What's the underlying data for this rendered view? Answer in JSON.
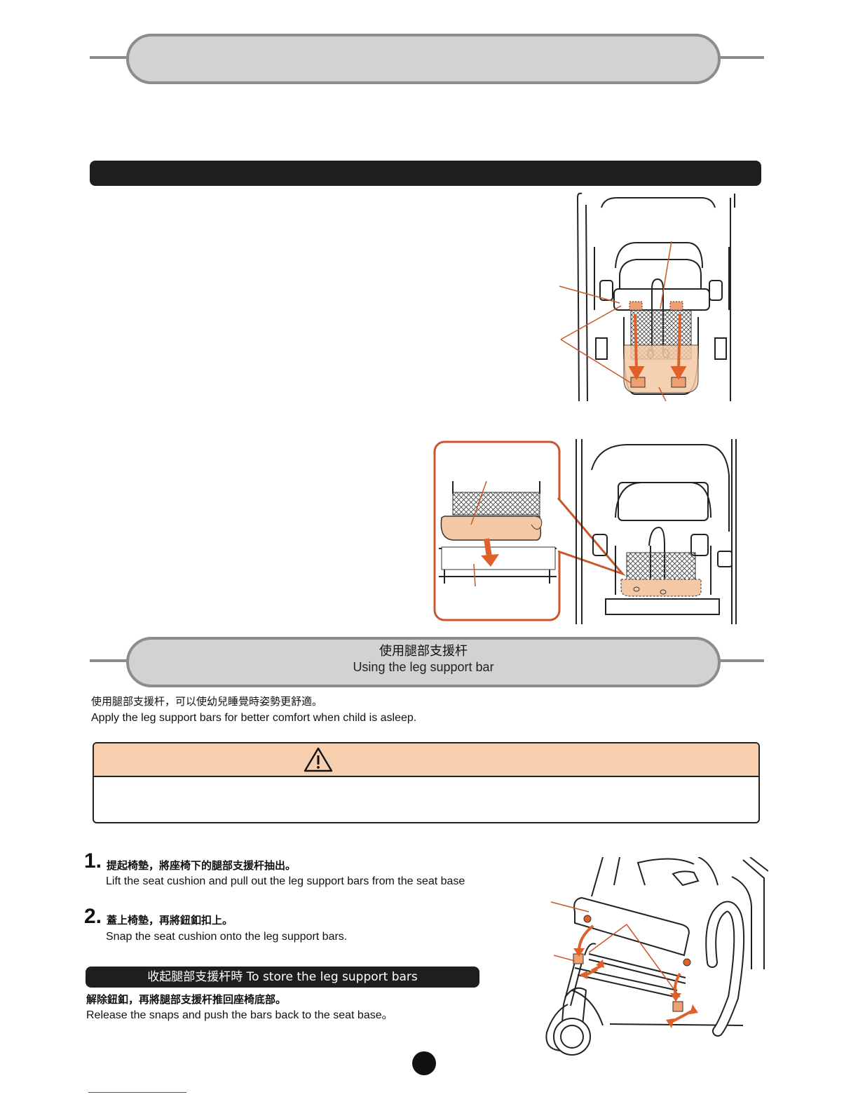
{
  "section_leg_support": {
    "title_zh": "使用腿部支援杆",
    "title_en": "Using the leg support bar"
  },
  "intro": {
    "zh": "使用腿部支援杆，可以使幼兒睡覺時姿勢更舒適。",
    "en": "Apply the leg support bars for better comfort when child is asleep."
  },
  "warning_icon": "warning-triangle-icon",
  "steps": [
    {
      "number": "1.",
      "zh": "提起椅墊，將座椅下的腿部支援杆抽出。",
      "en": "Lift the seat cushion and pull out the leg support bars from the seat base"
    },
    {
      "number": "2.",
      "zh": "蓋上椅墊，再將鈕釦扣上。",
      "en": "Snap the seat cushion onto the leg support bars."
    }
  ],
  "store": {
    "bar_label": "收起腿部支援杆時  To store the leg support bars",
    "zh": "解除鈕釦，再將腿部支援杆推回座椅底部。",
    "en": "Release the snaps and push the bars back to the seat base。"
  },
  "colors": {
    "accent_orange": "#e0602a",
    "callout_border": "#c8582a",
    "cushion_fill": "#f4c8a4",
    "warn_header": "#f6cfae",
    "pill_fill": "#d2d2d2",
    "pill_border": "#8c8c8c",
    "dark_bar": "#1e1e1e"
  }
}
